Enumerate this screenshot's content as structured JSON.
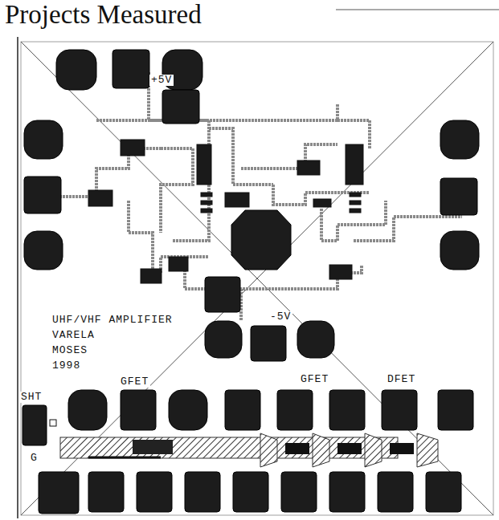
{
  "diagram": {
    "title": "Projects Measured",
    "labels": [
      "+5V",
      "UHF/VHF AMPLIFIER",
      "VARELA",
      "MOSES",
      "1998",
      "-5V",
      "GFET",
      "GFET",
      "DFET",
      "SHT",
      "G"
    ]
  }
}
